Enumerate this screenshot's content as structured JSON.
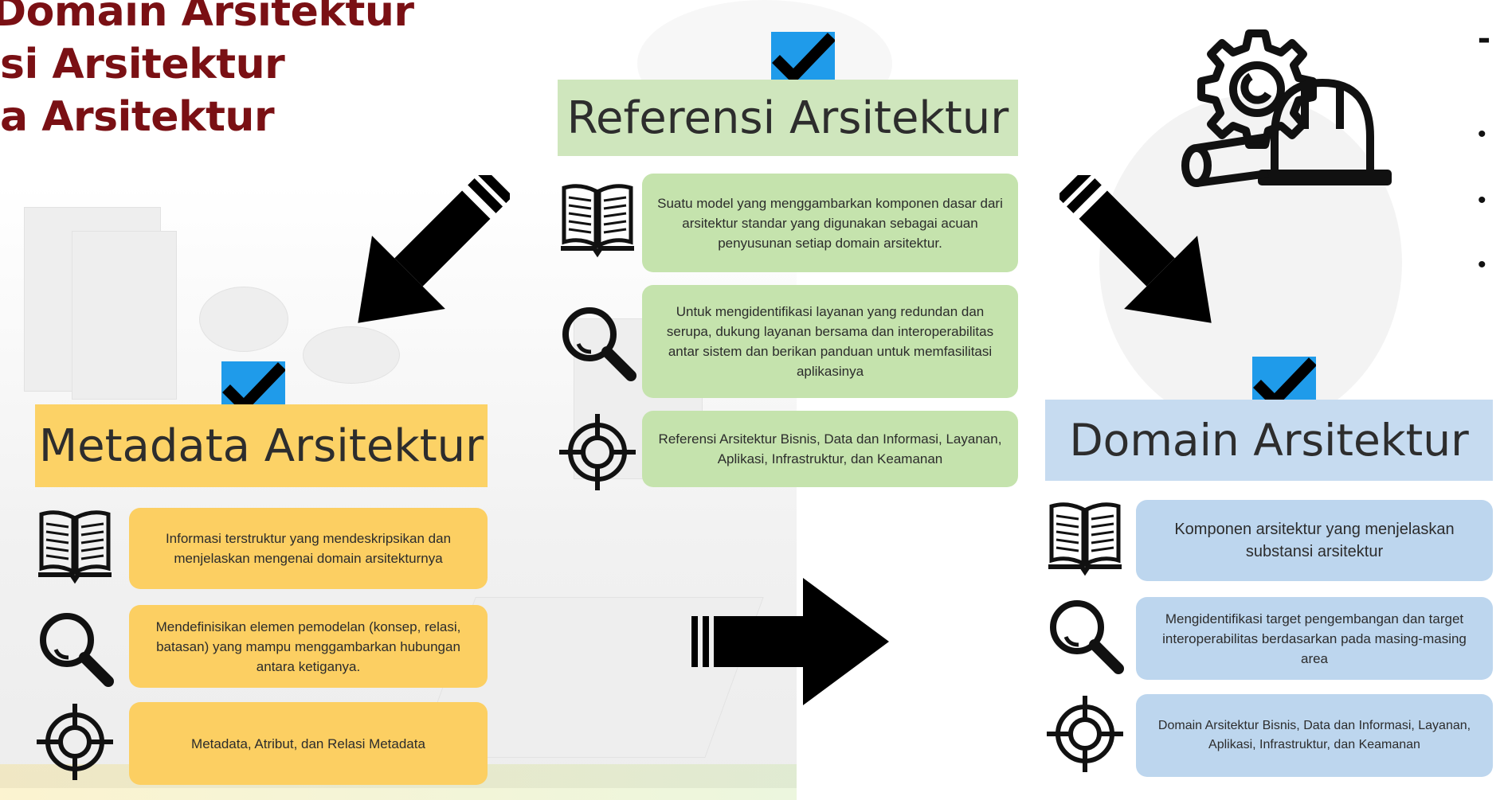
{
  "heading": {
    "lines": [
      "Domain Arsitektur",
      "si Arsitektur",
      "a Arsitektur"
    ],
    "color": "#7a1014"
  },
  "referensi": {
    "title": "Referensi Arsitektur",
    "header_color": "#cfe6bd",
    "box_color": "#c5e3ad",
    "items": [
      {
        "icon": "book-icon",
        "text": "Suatu model yang menggambarkan komponen dasar dari arsitektur standar yang digunakan sebagai acuan penyusunan setiap domain arsitektur."
      },
      {
        "icon": "magnifier-icon",
        "text": "Untuk mengidentifikasi layanan yang redundan dan serupa, dukung layanan bersama dan interoperabilitas antar sistem dan berikan panduan untuk memfasilitasi aplikasinya"
      },
      {
        "icon": "target-icon",
        "text": "Referensi Arsitektur Bisnis, Data dan Informasi, Layanan, Aplikasi, Infrastruktur, dan Keamanan"
      }
    ]
  },
  "metadata": {
    "title": "Metadata Arsitektur",
    "header_color": "#fcd266",
    "box_color": "#fccf62",
    "items": [
      {
        "icon": "book-icon",
        "text": "Informasi terstruktur yang mendeskripsikan dan menjelaskan mengenai domain arsitekturnya"
      },
      {
        "icon": "magnifier-icon",
        "text": "Mendefinisikan elemen pemodelan (konsep, relasi, batasan) yang mampu menggambarkan hubungan antara ketiganya."
      },
      {
        "icon": "target-icon",
        "text": "Metadata, Atribut, dan Relasi Metadata"
      }
    ]
  },
  "domain": {
    "title": "Domain Arsitektur",
    "header_color": "#c6dbf0",
    "box_color": "#bdd6ee",
    "items": [
      {
        "icon": "book-icon",
        "text": "Komponen arsitektur yang menjelaskan substansi arsitektur"
      },
      {
        "icon": "magnifier-icon",
        "text": "Mengidentifikasi target pengembangan dan target interoperabilitas berdasarkan pada masing-masing area"
      },
      {
        "icon": "target-icon",
        "text": "Domain Arsitektur Bisnis, Data dan Informasi, Layanan, Aplikasi, Infrastruktur, dan Keamanan"
      }
    ]
  },
  "check_color": "#1f9bea",
  "decor_icons": [
    "gear-helmet-icon"
  ],
  "right_edge": {
    "dash": "-",
    "bullets": [
      "•",
      "•",
      "•"
    ]
  }
}
